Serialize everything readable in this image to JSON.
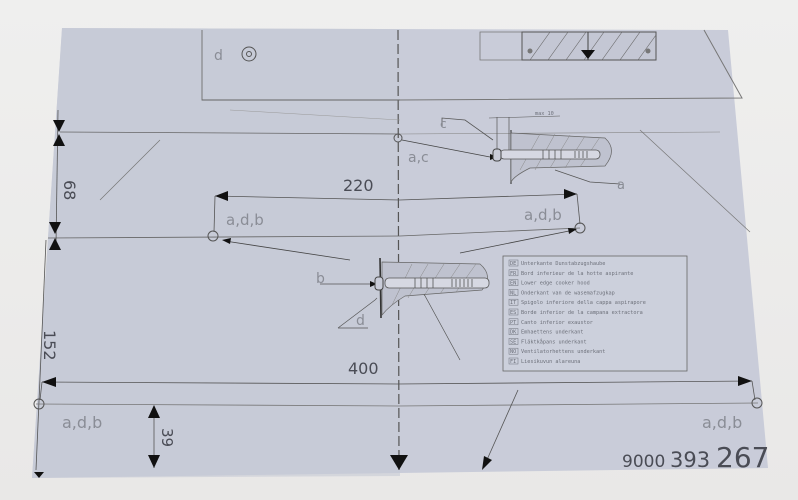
{
  "sheet": {
    "paper_color": "#c9ccd9",
    "line_color": "#55575f",
    "background_color": "#ecebea"
  },
  "dimensions": {
    "d220": "220",
    "d400": "400",
    "d68": "68",
    "d152": "152",
    "d39": "39",
    "small_dim": "max 10"
  },
  "labels": {
    "d_top": "d",
    "a_c": "a,c",
    "c": "c",
    "a_detail": "a",
    "b": "b",
    "d_detail": "d",
    "adb_left_mid": "a,d,b",
    "adb_right_mid": "a,d,b",
    "adb_left_bottom": "a,d,b",
    "adb_right_bottom": "a,d,b"
  },
  "legend": {
    "items": [
      {
        "code": "DE",
        "text": "Unterkante Dunstabzugshaube"
      },
      {
        "code": "FR",
        "text": "Bord inferieur de la hotte aspirante"
      },
      {
        "code": "EN",
        "text": "Lower edge cooker hood"
      },
      {
        "code": "NL",
        "text": "Onderkant van de wasemafzugkap"
      },
      {
        "code": "IT",
        "text": "Spigolo inferiore della cappa aspirapore"
      },
      {
        "code": "ES",
        "text": "Borde inferior de la campana extractora"
      },
      {
        "code": "PT",
        "text": "Canto inferior exaustor"
      },
      {
        "code": "DK",
        "text": "Emhaettens underkant"
      },
      {
        "code": "SE",
        "text": "Fläktkåpans underkant"
      },
      {
        "code": "NO",
        "text": "Ventilatorhettens underkant"
      },
      {
        "code": "FI",
        "text": "Liesikuvun alareuna"
      }
    ]
  },
  "part_number": {
    "prefix": "9000",
    "middle": "393",
    "suffix": "267"
  }
}
